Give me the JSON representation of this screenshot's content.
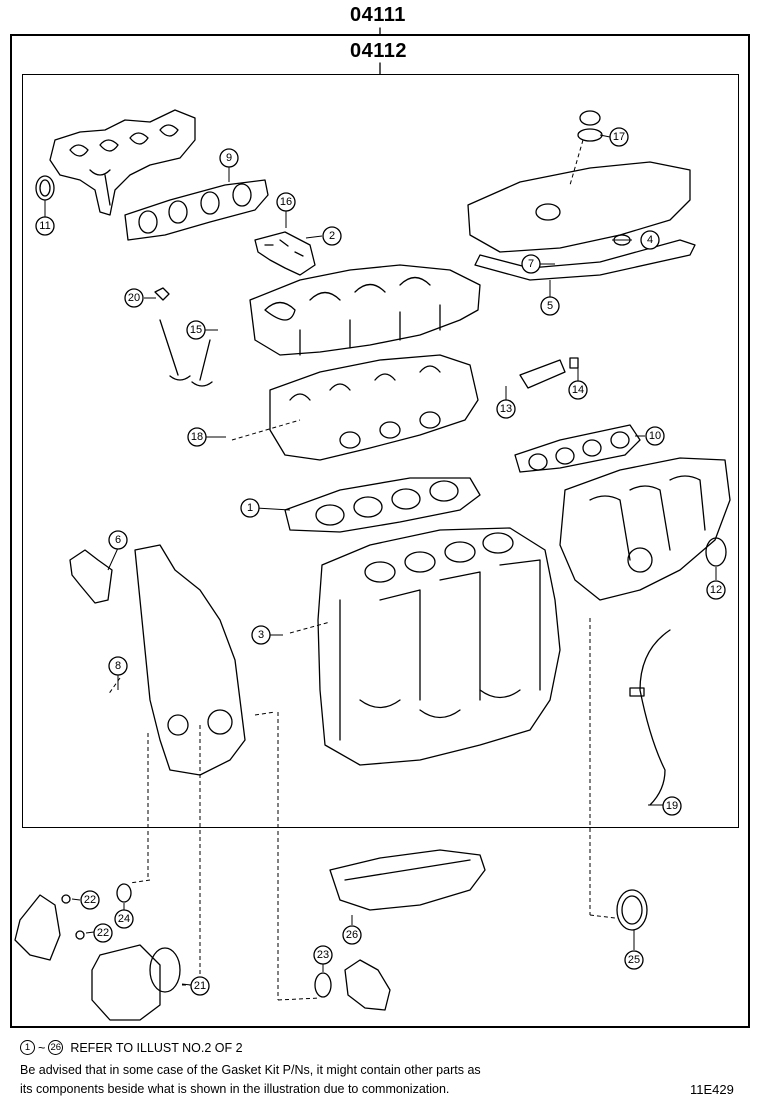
{
  "header": {
    "outer_code": "04111",
    "inner_code": "04112"
  },
  "callouts": [
    "1",
    "2",
    "3",
    "4",
    "5",
    "6",
    "7",
    "8",
    "9",
    "10",
    "11",
    "12",
    "13",
    "14",
    "15",
    "16",
    "17",
    "18",
    "19",
    "20",
    "21",
    "22",
    "22",
    "23",
    "24",
    "25",
    "26"
  ],
  "footer": {
    "ref_start": "1",
    "ref_tilde": "~",
    "ref_end": "26",
    "ref_text": "REFER TO ILLUST NO.2 OF 2",
    "note_line1": "Be advised that in some case of the Gasket Kit P/Ns,  it might contain other parts as",
    "note_line2": "its components beside what is shown in the illustration due to commonization.",
    "illustration_code": "11E429"
  }
}
